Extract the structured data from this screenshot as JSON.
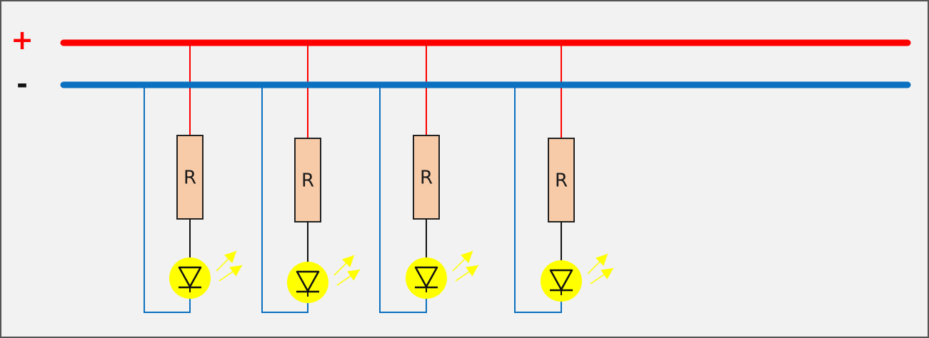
{
  "diagram": {
    "background": "#f2f2f2",
    "border_color": "#555555",
    "positive_terminal": {
      "symbol": "+",
      "color": "#ff0000"
    },
    "negative_terminal": {
      "symbol": "-",
      "color": "#111111"
    },
    "positive_rail_color": "#ff0000",
    "negative_rail_color": "#0a70c0",
    "resistor_fill": "#f8cba8",
    "led_glow_color": "#ffff00",
    "branches": [
      {
        "resistor_label": "R"
      },
      {
        "resistor_label": "R"
      },
      {
        "resistor_label": "R"
      },
      {
        "resistor_label": "R"
      }
    ]
  }
}
